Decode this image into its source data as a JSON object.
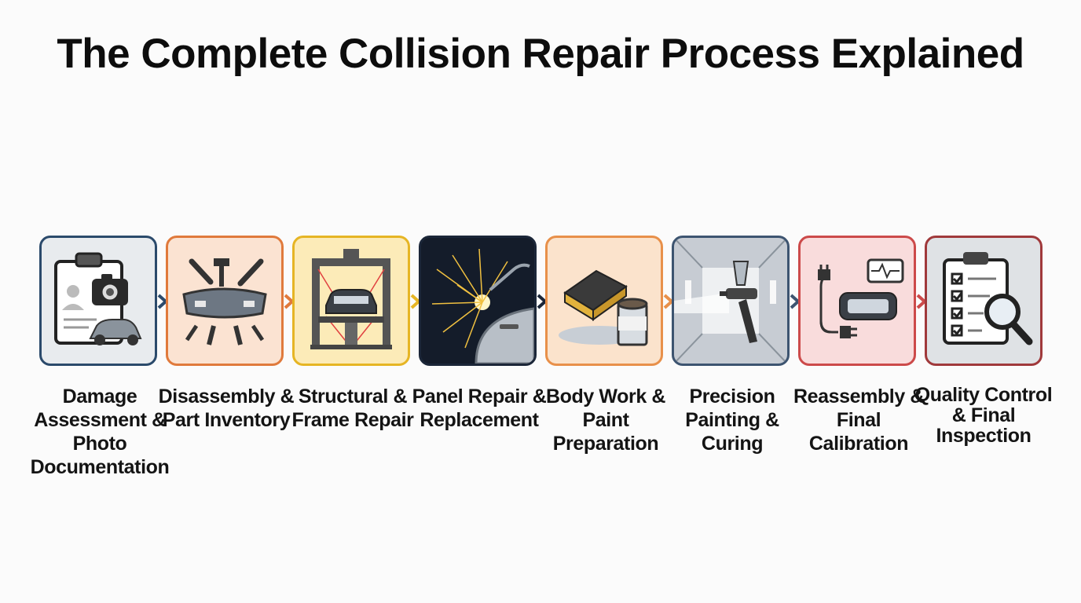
{
  "title": "The Complete Collision Repair Process Explained",
  "colors": {
    "navy": "#2b4a6b",
    "orange": "#e07a3c",
    "amber": "#e6b524",
    "dark": "#1b2638",
    "peach": "#e8904a",
    "slate": "#3d5470",
    "red": "#cc4a4a",
    "maroon": "#a0393b"
  },
  "steps": [
    {
      "label": "Damage Assessment & Photo Documentation",
      "icon": "clipboard-camera-car-icon"
    },
    {
      "label": "Disassembly & Part Inventory",
      "icon": "bumper-tools-icon"
    },
    {
      "label": "Structural & Frame Repair",
      "icon": "frame-lift-laser-icon"
    },
    {
      "label": "Panel Repair & Replacement",
      "icon": "welding-sparks-panel-icon"
    },
    {
      "label": "Body Work & Paint Preparation",
      "icon": "sanding-block-paint-can-icon"
    },
    {
      "label": "Precision Painting & Curing",
      "icon": "spray-gun-booth-icon"
    },
    {
      "label": "Reassembly & Final Calibration",
      "icon": "diagnostic-connector-icon"
    },
    {
      "label": "Quality Control & Final Inspection",
      "icon": "checklist-magnifier-icon"
    }
  ]
}
